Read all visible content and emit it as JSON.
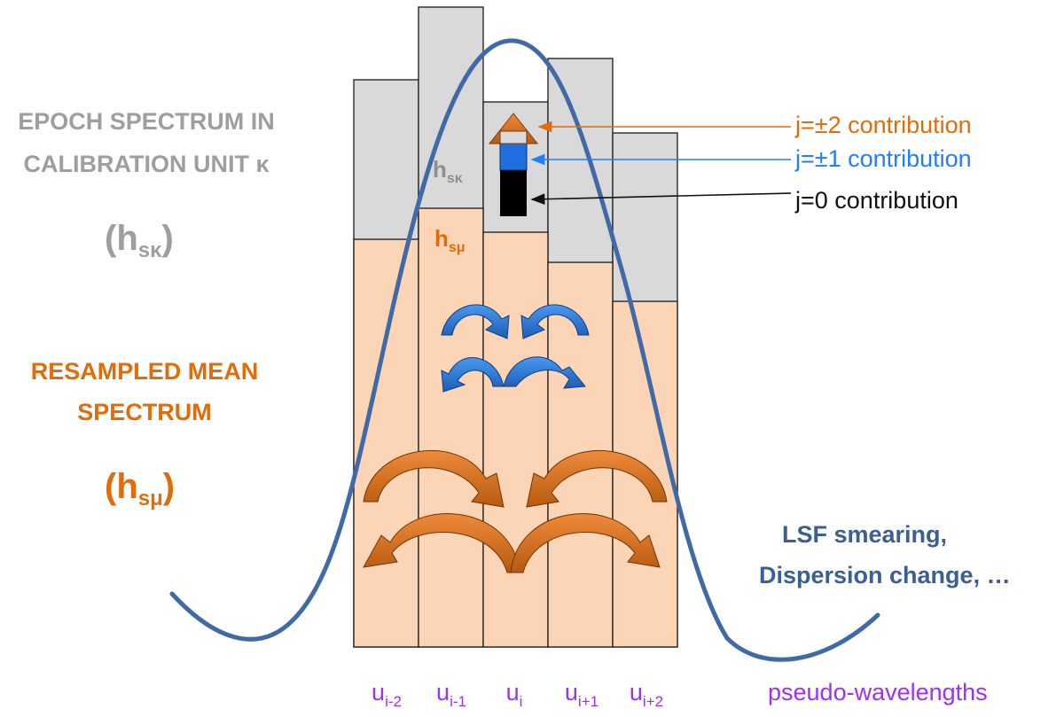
{
  "colors": {
    "gray_text": "#9e9e9e",
    "orange_text": "#e36c0a",
    "blue_text": "#1f7fff",
    "black_text": "#111111",
    "purple_text": "#9b30ff",
    "lsf_text": "#3c5f93",
    "gray_fill": "#d9d9d9",
    "peach_fill": "#fbd5b5",
    "curve": "#3f6aa6",
    "blue_arrow": "#2a73c9",
    "orange_arrow": "#cf6a14",
    "ink": "#1a1a1a"
  },
  "labels": {
    "epoch_line1": "EPOCH SPECTRUM IN",
    "epoch_line2": "CALIBRATION UNIT κ",
    "epoch_symbol": "(h",
    "epoch_sub": "sκ",
    "epoch_close": ")",
    "resampled_line1": "RESAMPLED MEAN",
    "resampled_line2": "SPECTRUM",
    "resampled_symbol": "(h",
    "resampled_sub": "sμ",
    "resampled_close": ")",
    "in_bar_hsk": "h",
    "in_bar_hsk_sub": "sκ",
    "in_bar_hsm": "h",
    "in_bar_hsm_sub": "sμ",
    "contrib_j2": "j=±2 contribution",
    "contrib_j1": "j=±1 contribution",
    "contrib_j0": "j=0 contribution",
    "lsf_line1": "LSF smearing,",
    "lsf_line2": "Dispersion change, …",
    "axis_label": "pseudo-wavelengths"
  },
  "bins": [
    {
      "u": "u",
      "sub": "i-2"
    },
    {
      "u": "u",
      "sub": "i-1"
    },
    {
      "u": "u",
      "sub": "i"
    },
    {
      "u": "u",
      "sub": "i+1"
    },
    {
      "u": "u",
      "sub": "i+2"
    }
  ]
}
